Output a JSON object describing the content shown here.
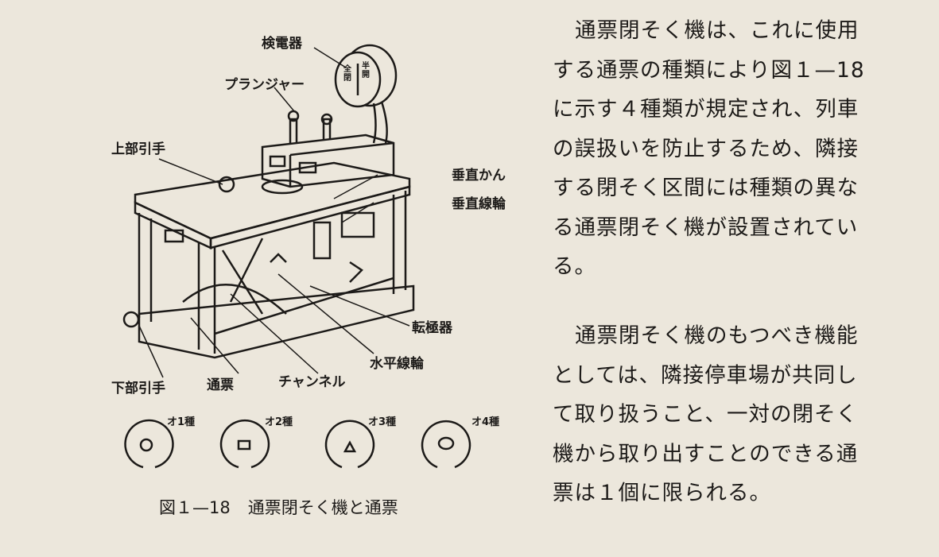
{
  "paragraphs": [
    {
      "lines": [
        "通票閉そく機は、これに使用",
        "する通票の種類により図１—18",
        "に示す４種類が規定され、列車",
        "の誤扱いを防止するため、隣接",
        "する閉そく区間には種類の異な",
        "る通票閉そく機が設置されてい",
        "る。"
      ]
    },
    {
      "lines": [
        "通票閉そく機のもつべき機能",
        "としては、隣接停車場が共同し",
        "て取り扱うこと、一対の閉そく",
        "機から取り出すことのできる通",
        "票は１個に限られる。"
      ]
    }
  ],
  "figure": {
    "labels": {
      "detector": "検電器",
      "plunger": "プランジャー",
      "upper_handle": "上部引手",
      "vertical_rod": "垂直かん",
      "vertical_coil": "垂直線輪",
      "pole_changer": "転極器",
      "horizontal_coil": "水平線輪",
      "channel": "チャンネル",
      "token": "通票",
      "lower_handle": "下部引手"
    },
    "dial": {
      "left": "全閉",
      "right": "半開"
    },
    "tokens": [
      "オ1種",
      "オ2種",
      "オ3種",
      "オ4種"
    ],
    "caption": {
      "number": "図１—18",
      "title": "通票閉そく機と通票"
    }
  }
}
